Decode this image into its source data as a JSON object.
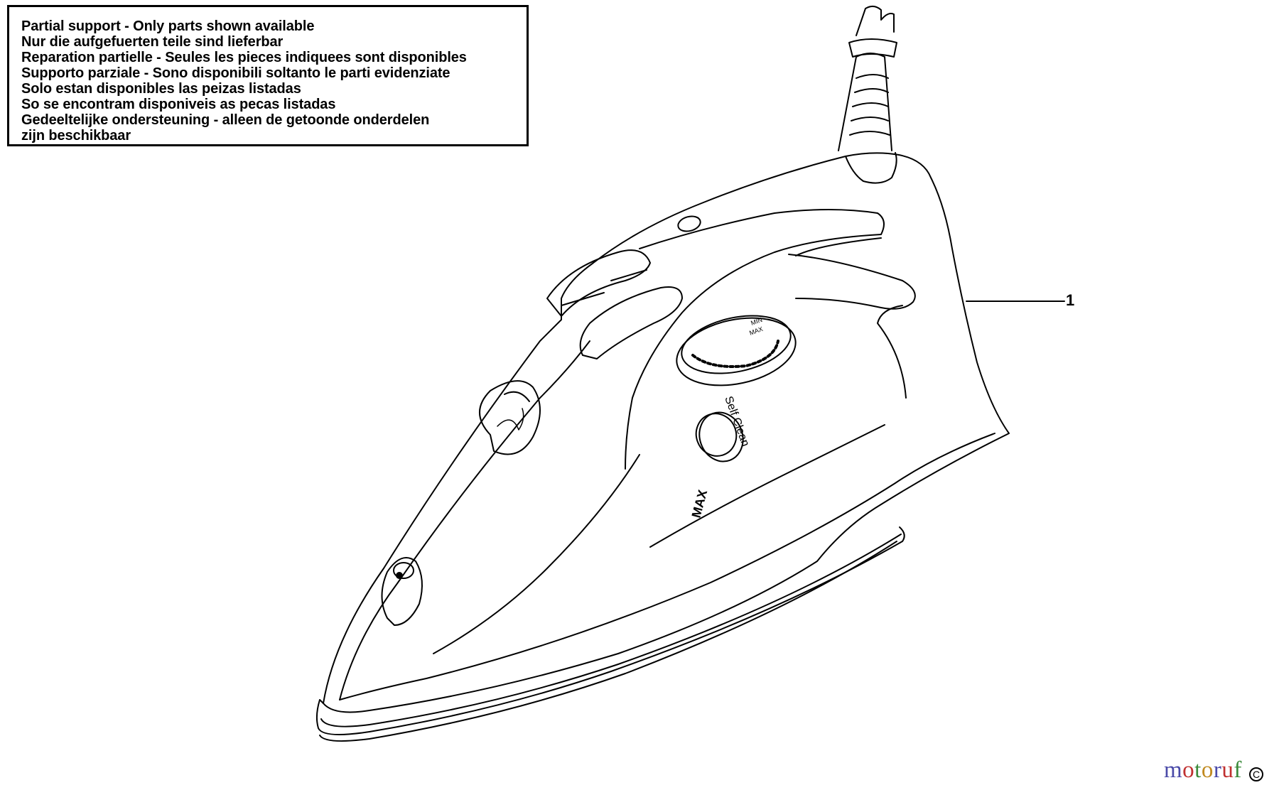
{
  "notice": {
    "lines": [
      "Partial support - Only parts shown available",
      "Nur die aufgefuerten teile sind lieferbar",
      "Reparation partielle - Seules les pieces indiquees sont disponibles",
      "Supporto parziale - Sono disponibili soltanto le parti evidenziate",
      "Solo estan disponibles las peizas listadas",
      "So se encontram disponiveis as pecas listadas",
      "Gedeeltelijke ondersteuning - alleen de getoonde onderdelen",
      "zijn beschikbaar"
    ]
  },
  "diagram": {
    "callout_number": "1",
    "dial_min": "MIN",
    "dial_max": "MAX",
    "self_clean": "Self Clean",
    "water_max": "MAX"
  },
  "watermark": {
    "letters": [
      "m",
      "o",
      "t",
      "o",
      "r",
      "u",
      "f"
    ],
    "colors": [
      "#4a4aa8",
      "#c03030",
      "#3a8a3a",
      "#c08a20",
      "#4a4aa8",
      "#c03030",
      "#3a8a3a"
    ],
    "badge": "C"
  }
}
